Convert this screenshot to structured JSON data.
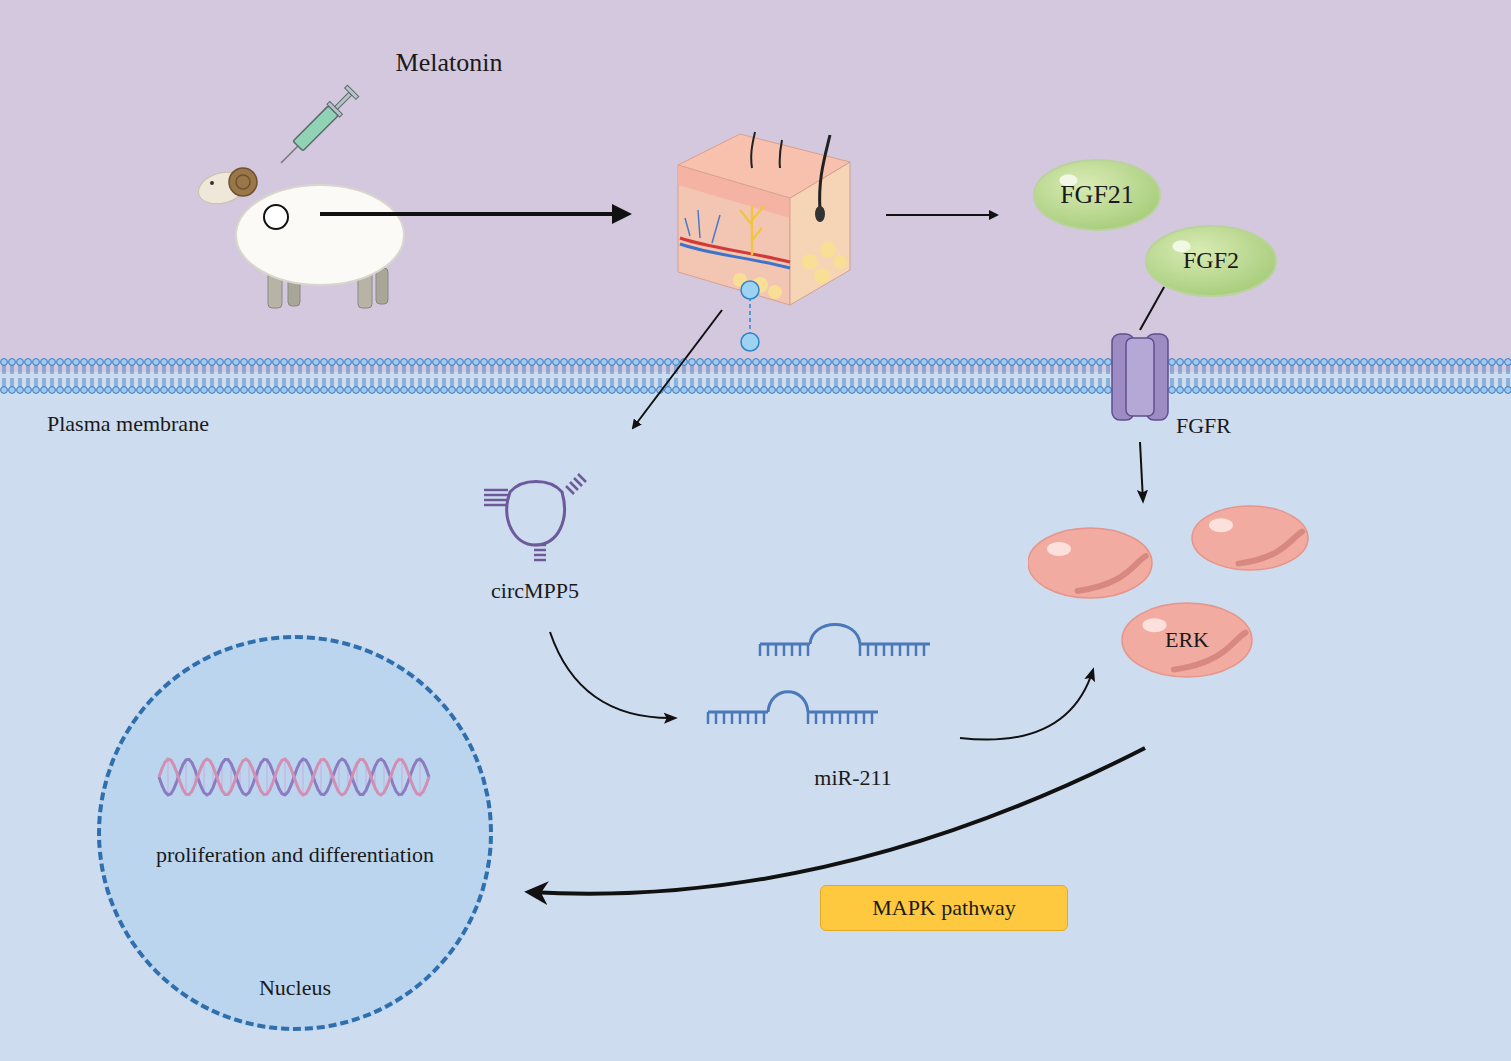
{
  "diagram": {
    "nodes": [
      {
        "text": [
          "Melatonin"
        ]
      },
      {
        "text": [
          "FGF21"
        ]
      },
      {
        "text": [
          "FGF2"
        ]
      },
      {
        "text": [
          "FGFR"
        ]
      },
      {
        "text": [
          "circMPP5"
        ]
      },
      {
        "text": [
          "miR-211"
        ]
      },
      {
        "text": [
          "ERK"
        ]
      },
      {
        "text": [
          "MAPK pathway"
        ]
      },
      {
        "text": [
          "proliferation and differentiation",
          "Nucleus"
        ]
      }
    ],
    "edges": [
      {
        "from": 2,
        "to": 3,
        "arrow": "none"
      },
      {
        "from": 3,
        "to": 6,
        "arrow": "to"
      },
      {
        "from": 4,
        "to": 5,
        "arrow": "to"
      },
      {
        "from": 5,
        "to": 6,
        "arrow": "to"
      },
      {
        "from": 6,
        "to": 8,
        "arrow": "to"
      }
    ],
    "labels": [
      "Plasma membrane"
    ]
  }
}
